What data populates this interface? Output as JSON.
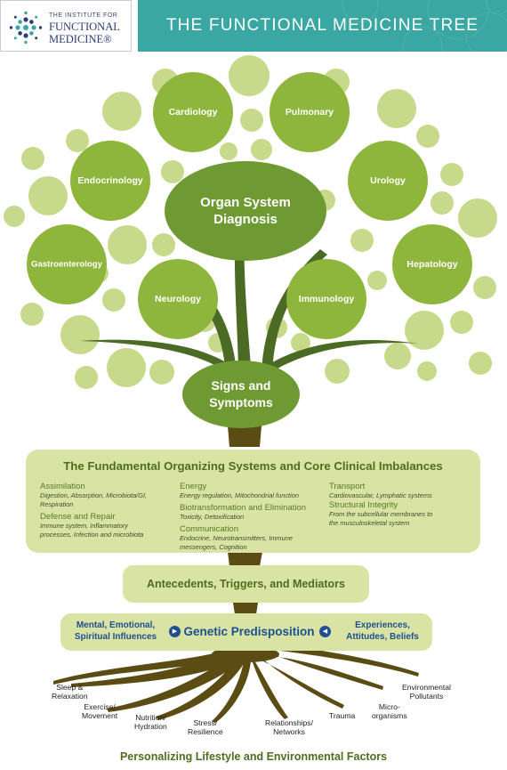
{
  "logo": {
    "line1": "THE INSTITUTE FOR",
    "line2": "FUNCTIONAL",
    "line3": "MEDICINE®"
  },
  "banner": {
    "title": "THE FUNCTIONAL MEDICINE TREE"
  },
  "colors": {
    "teal": "#3aa7a3",
    "leaf_dark": "#8fb63c",
    "leaf_light": "#c7d98b",
    "trunk": "#5a4c12",
    "pale_green": "#d9e3a3",
    "blue_text": "#1f4f8f"
  },
  "organs": {
    "cardiology": "Cardiology",
    "pulmonary": "Pulmonary",
    "endocrinology": "Endocrinology",
    "urology": "Urology",
    "gastroenterology": "Gastroenterology",
    "hepatology": "Hepatology",
    "neurology": "Neurology",
    "immunology": "Immunology"
  },
  "diagnosis": {
    "line1": "Organ System",
    "line2": "Diagnosis"
  },
  "signs": {
    "line1": "Signs and",
    "line2": "Symptoms"
  },
  "core": {
    "title": "The Fundamental Organizing Systems and Core Clinical Imbalances",
    "col1": [
      {
        "heading": "Assimilation",
        "sub1": "Digestion, Absorption, Microbiota/GI,",
        "sub2": "Respiration"
      },
      {
        "heading": "Defense and Repair",
        "sub1": "Immune system, Inflammatory",
        "sub2": "processes, Infection and microbiota"
      }
    ],
    "col2": [
      {
        "heading": "Energy",
        "sub1": "Energy regulation, Mitochondrial function"
      },
      {
        "heading": "Biotransformation and Elimination",
        "sub1": "Toxicity, Detoxification"
      },
      {
        "heading": "Communication",
        "sub1": "Endocrine, Neurotransmitters, Immune",
        "sub2": "messengers, Cognition"
      }
    ],
    "col3": [
      {
        "heading": "Transport",
        "sub1": "Cardiovascular, Lymphatic systems"
      },
      {
        "heading": "Structural Integrity",
        "sub1": "From the subcellular membranes to",
        "sub2": "the musculoskeletal system"
      }
    ]
  },
  "antecedents": "Antecedents, Triggers, and Mediators",
  "genetic": {
    "left1": "Mental, Emotional,",
    "left2": "Spiritual Influences",
    "center": "Genetic Predisposition",
    "right1": "Experiences,",
    "right2": "Attitudes, Beliefs"
  },
  "roots": {
    "sleep": [
      "Sleep &",
      "Relaxation"
    ],
    "exercise": [
      "Exercise/",
      "Movement"
    ],
    "nutrition": [
      "Nutrition/",
      "Hydration"
    ],
    "stress": [
      "Stress/",
      "Resilience"
    ],
    "relationships": [
      "Relationships/",
      "Networks"
    ],
    "trauma": [
      "Trauma"
    ],
    "micro": [
      "Micro-",
      "organisms"
    ],
    "env": [
      "Environmental",
      "Pollutants"
    ]
  },
  "footer": "Personalizing Lifestyle and Environmental Factors"
}
